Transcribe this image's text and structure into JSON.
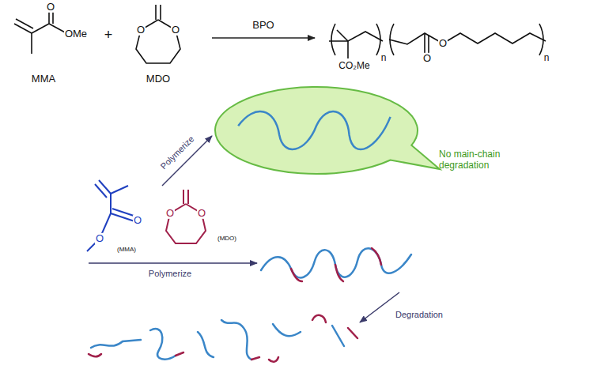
{
  "diagram": {
    "nodes": [
      {
        "text": [
          "No main-chain degradation"
        ]
      }
    ],
    "labels": [
      "O",
      "OMe",
      "MMA",
      "+",
      "O",
      "O",
      "MDO",
      "BPO",
      "n",
      "CO₂Me",
      "O",
      "O",
      "n",
      "Polymerize",
      "O",
      "O",
      "(MMA)",
      "O",
      "O",
      "(MDO)",
      "Polymerize",
      "Degradation"
    ]
  }
}
